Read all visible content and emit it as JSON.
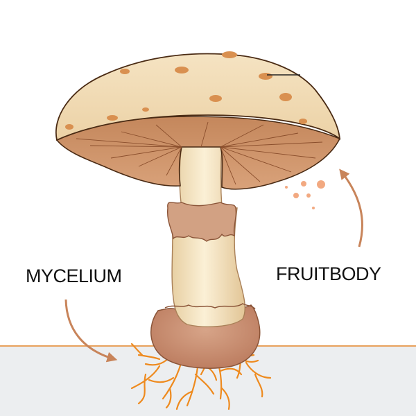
{
  "labels": {
    "mycelium": "MYCELIUM",
    "fruitbody": "FRUITBODY"
  },
  "icons": [
    "mushroom-illustration",
    "arrow-to-mycelium",
    "arrow-to-fruitbody",
    "pointer-line"
  ],
  "colors": {
    "ground_line": "#e8a15c",
    "ground_fill": "#eceef0",
    "cap_top": "#f1ddb9",
    "cap_outline": "#4a2b14",
    "gills": "#c98a60",
    "spots": "#d99050",
    "stem": "#f6e6c4",
    "ring": "#cf9a78",
    "volva": "#c99072",
    "hyphae": "#ee8a1e",
    "arrow": "#c8845a"
  }
}
